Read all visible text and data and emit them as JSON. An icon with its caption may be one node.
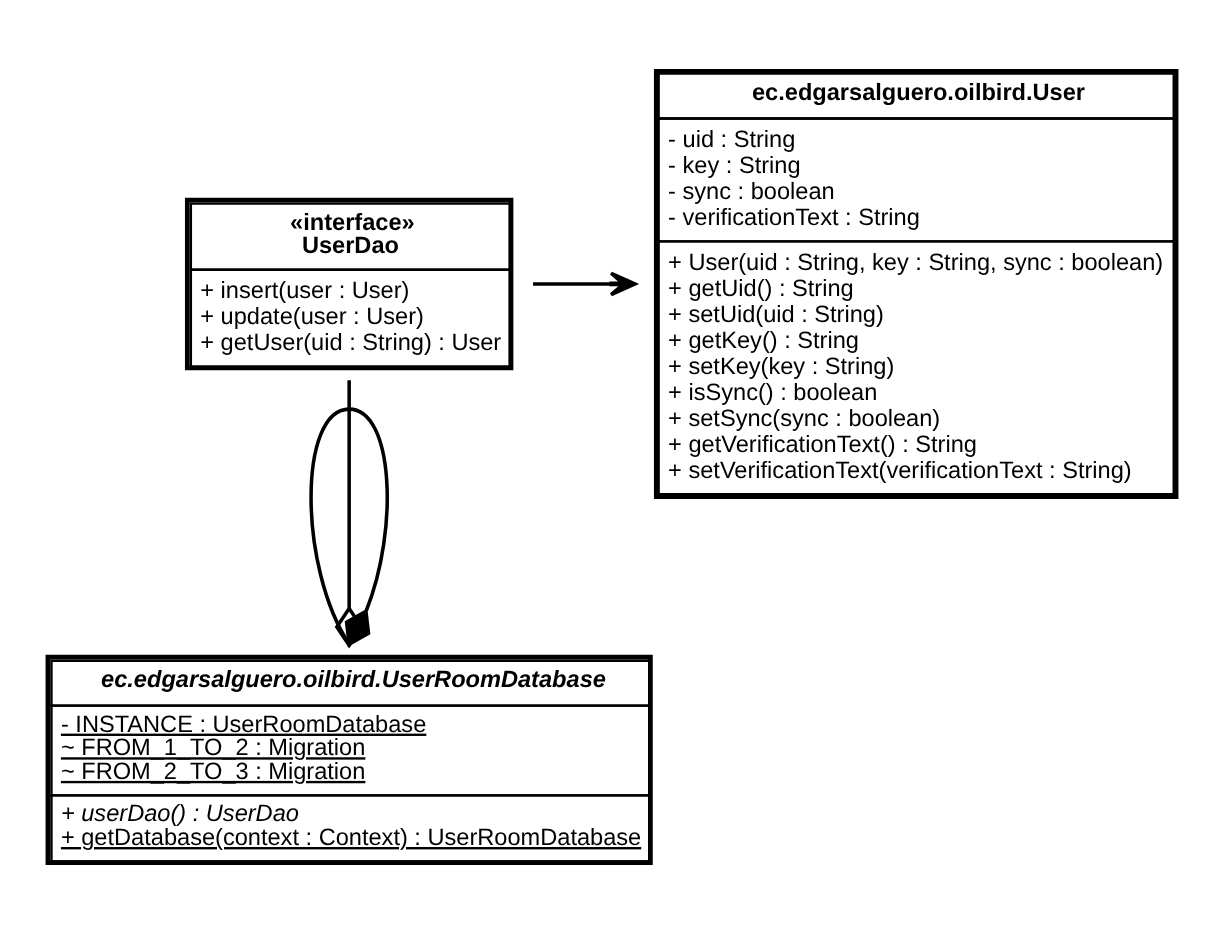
{
  "diagram": {
    "nodes": [
      {
        "text": [
          "«interface» UserDao",
          "+ insert(user : User)",
          "+ update(user : User)",
          "+ getUser(uid : String) : User"
        ]
      },
      {
        "text": [
          "ec.edgarsalguero.oilbird.User",
          "- uid : String",
          "- key : String",
          "- sync : boolean",
          "- verificationText : String",
          "+ User(uid : String, key : String, sync : boolean)",
          "+ getUid() : String",
          "+ setUid(uid : String)",
          "+ getKey() : String",
          "+ setKey(key : String)",
          "+ isSync() : boolean",
          "+ setSync(sync : boolean)",
          "+ getVerificationText() : String",
          "+ setVerificationText(verificationText : String)"
        ]
      },
      {
        "text": [
          "ec.edgarsalguero.oilbird.UserRoomDatabase",
          "- INSTANCE : UserRoomDatabase",
          "~ FROM_1_TO_2 : Migration",
          "~ FROM_2_TO_3 : Migration",
          "+ userDao() : UserDao",
          "+ getDatabase(context : Context) : UserRoomDatabase"
        ]
      }
    ],
    "edges": [
      {
        "from": 0,
        "to": 1,
        "arrow": "to"
      },
      {
        "from": 2,
        "to": 0,
        "arrow": "other"
      },
      {
        "from": 2,
        "to": 2,
        "arrow": "other"
      }
    ]
  }
}
